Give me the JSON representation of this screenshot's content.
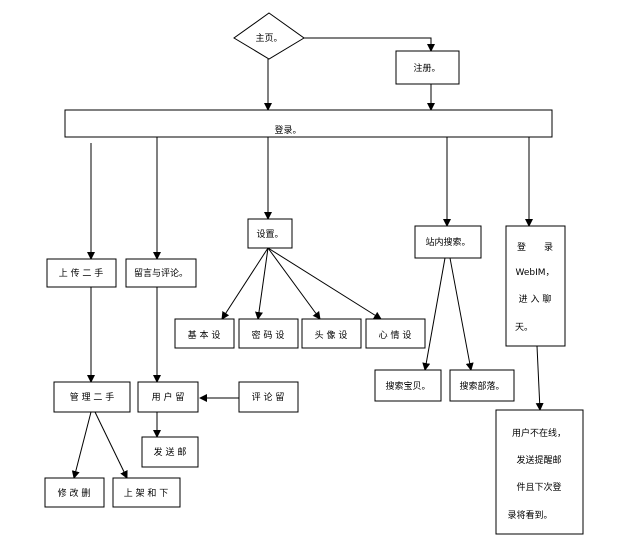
{
  "nodes": {
    "home": "主页。",
    "register": "注册。",
    "login": "登录。",
    "upload": "上 传 二 手",
    "comment": "留言与评论。",
    "settings": "设置。",
    "site_search": "站内搜索。",
    "webim": [
      "登　　录",
      "WebIM，",
      "进 入 聊",
      "天。"
    ],
    "basic": "基 本 设",
    "password": "密 码 设",
    "avatar": "头 像 设",
    "mood": "心 情 设",
    "search_baby": "搜索宝贝。",
    "search_tribe": "搜索部落。",
    "manage": "管 理 二 手",
    "user_msg": "用 户 留",
    "review_msg": "评 论 留",
    "send_mail": "发 送 邮",
    "modify": "修 改 删",
    "shelf": "上 架 和 下",
    "offline": [
      "用户不在线，",
      "发送提醒邮",
      "件且下次登",
      "录将看到。"
    ]
  }
}
